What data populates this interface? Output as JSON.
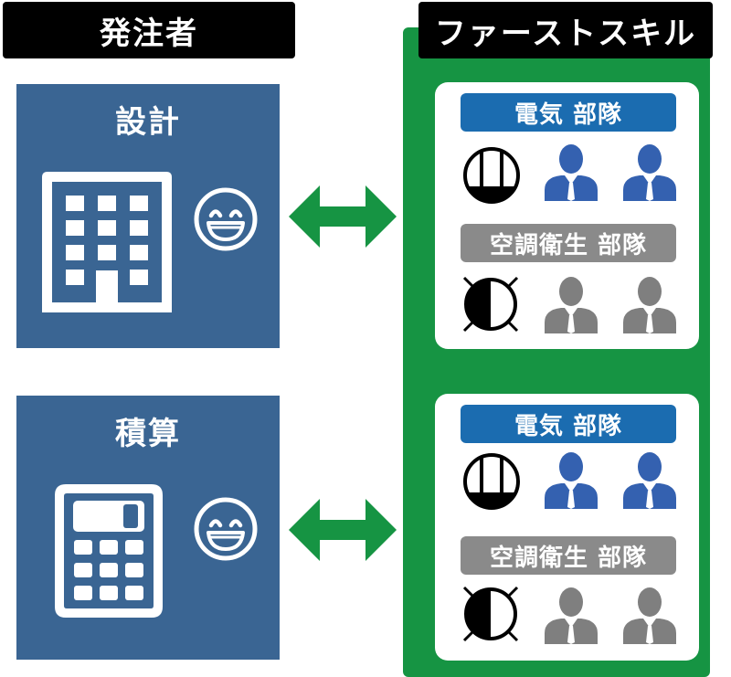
{
  "headers": {
    "client": "発注者",
    "company": "ファーストスキル"
  },
  "clients": [
    {
      "label": "設計",
      "icon": "building-icon"
    },
    {
      "label": "積算",
      "icon": "calculator-icon"
    }
  ],
  "teams": {
    "electrical": "電気 部隊",
    "hvac": "空調衛生 部隊"
  },
  "colors": {
    "client_box": "#3a6593",
    "green_panel": "#169443",
    "arrow": "#169443",
    "electrical_pill": "#1b6cb0",
    "hvac_pill": "#8a8a8a",
    "electrical_person": "#3461b0",
    "hvac_person": "#7f7f7f"
  }
}
